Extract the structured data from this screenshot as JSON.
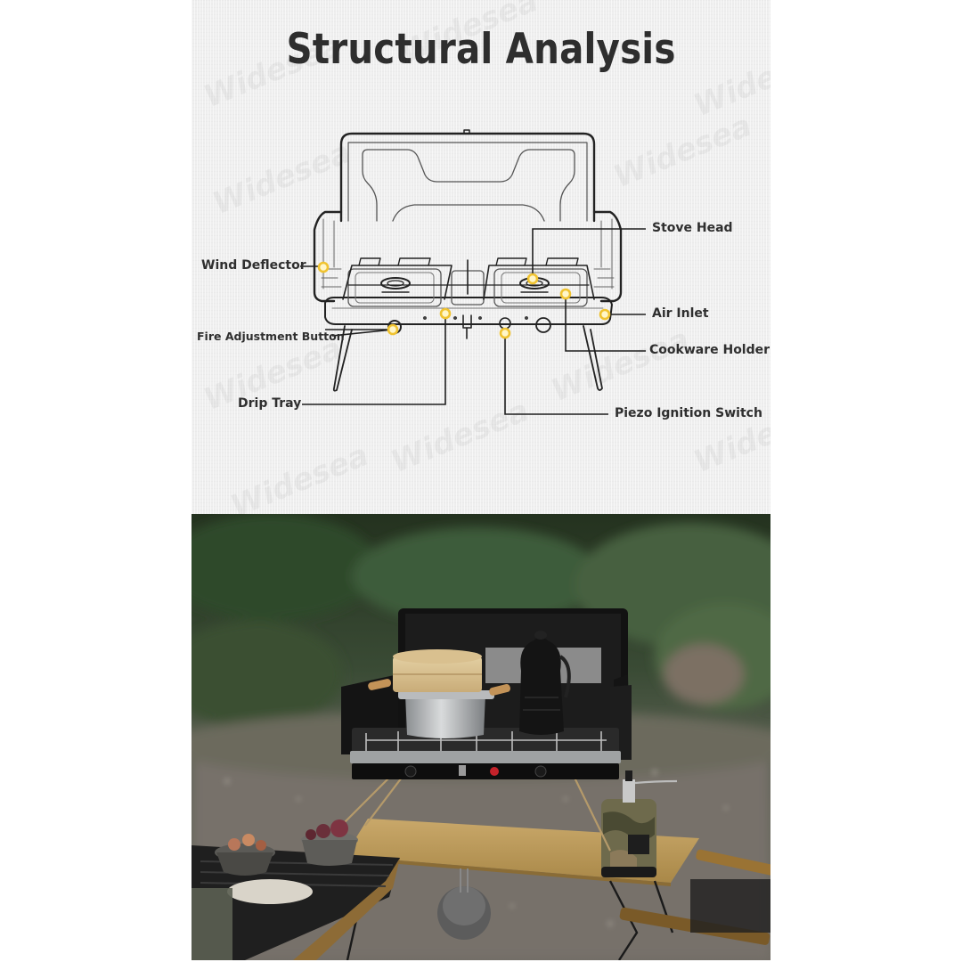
{
  "title": "Structural Analysis",
  "watermark": "Widesea",
  "diagram": {
    "image_alt": "Line drawing of a two-burner portable camping stove with lid open",
    "marker_color": "#f0c330",
    "line_color": "#1e1e1e",
    "callouts": [
      {
        "id": "stove-head",
        "label": "Stove Head",
        "side": "right"
      },
      {
        "id": "wind-deflector",
        "label": "Wind Deflector",
        "side": "left"
      },
      {
        "id": "air-inlet",
        "label": "Air Inlet",
        "side": "right"
      },
      {
        "id": "fire-adjustment-button",
        "label": "Fire Adjustment Button",
        "side": "left"
      },
      {
        "id": "cookware-holder",
        "label": "Cookware Holder",
        "side": "right"
      },
      {
        "id": "drip-tray",
        "label": "Drip Tray",
        "side": "left"
      },
      {
        "id": "piezo-ignition-switch",
        "label": "Piezo Ignition Switch",
        "side": "right"
      }
    ]
  },
  "photo": {
    "image_alt": "Black two-burner camping stove on a bamboo table outdoors, with a bamboo steamer pot and black enamel kettle on the burners, gas canister in camo cover, gravel ground and green foliage background"
  }
}
